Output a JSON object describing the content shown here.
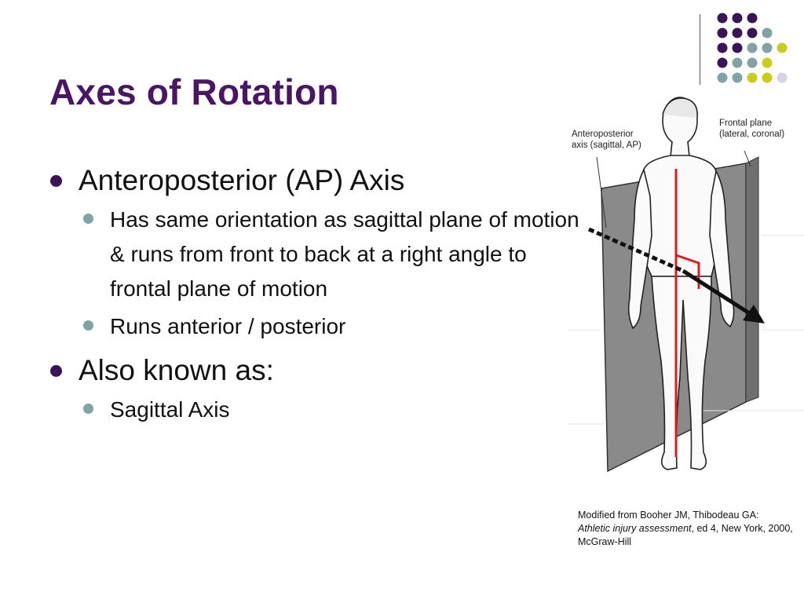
{
  "slide": {
    "title": "Axes of Rotation",
    "bullets": [
      {
        "text": "Anteroposterior (AP) Axis",
        "sub": [
          "Has same orientation as sagittal plane of motion & runs from front to back at a right angle to frontal plane of motion",
          "Runs anterior / posterior"
        ]
      },
      {
        "text": "Also known as:",
        "sub": [
          "Sagittal Axis"
        ]
      }
    ]
  },
  "figure": {
    "label_axis": "Anteroposterior\naxis (sagittal, AP)",
    "label_plane": "Frontal plane\n(lateral, coronal)"
  },
  "caption": {
    "line1": "Modified from Booher JM, Thibodeau GA:",
    "italic": "Athletic injury assessment",
    "line2": ", ed 4, New York, 2000, McGraw-Hill"
  },
  "colors": {
    "title": "#4a1565",
    "dot_purple": "#3b1358",
    "dot_teal": "#7fa3a6",
    "dot_lime": "#c9cc1a",
    "dot_lavender": "#d6d3e6",
    "axis_red": "#e01b1b"
  },
  "icons": [
    "decorative-dot-grid"
  ]
}
